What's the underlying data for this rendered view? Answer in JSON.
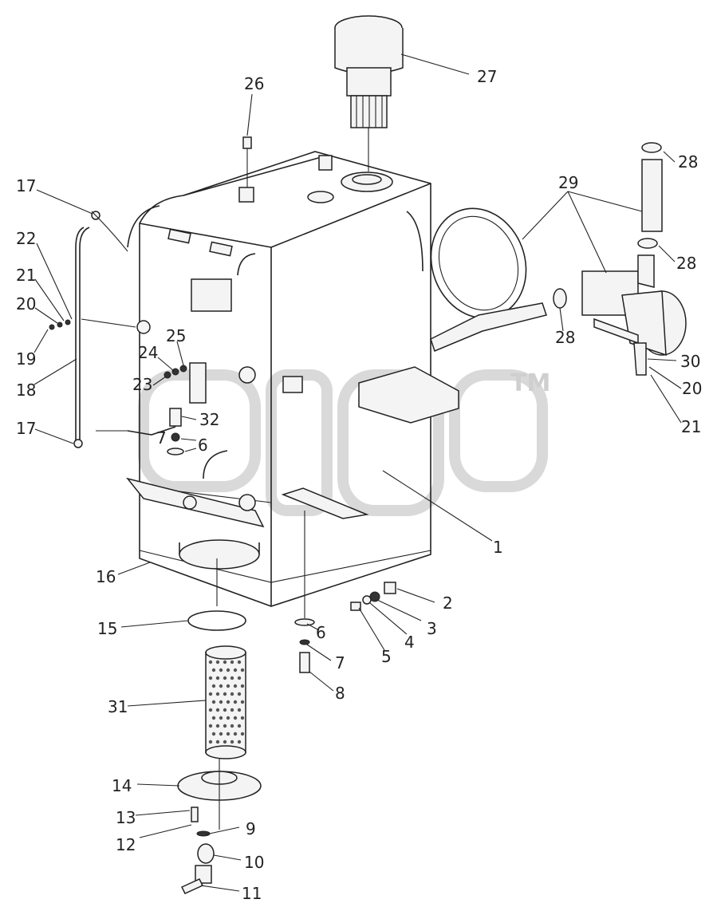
{
  "callouts": [
    {
      "id": "c1",
      "text": "1"
    },
    {
      "id": "c2",
      "text": "2"
    },
    {
      "id": "c3",
      "text": "3"
    },
    {
      "id": "c4",
      "text": "4"
    },
    {
      "id": "c5",
      "text": "5"
    },
    {
      "id": "c6a",
      "text": "6"
    },
    {
      "id": "c6b",
      "text": "6"
    },
    {
      "id": "c7a",
      "text": "7"
    },
    {
      "id": "c7b",
      "text": "7"
    },
    {
      "id": "c8",
      "text": "8"
    },
    {
      "id": "c9",
      "text": "9"
    },
    {
      "id": "c10",
      "text": "10"
    },
    {
      "id": "c11",
      "text": "11"
    },
    {
      "id": "c12",
      "text": "12"
    },
    {
      "id": "c13",
      "text": "13"
    },
    {
      "id": "c14",
      "text": "14"
    },
    {
      "id": "c15",
      "text": "15"
    },
    {
      "id": "c16",
      "text": "16"
    },
    {
      "id": "c17a",
      "text": "17"
    },
    {
      "id": "c17b",
      "text": "17"
    },
    {
      "id": "c18",
      "text": "18"
    },
    {
      "id": "c19",
      "text": "19"
    },
    {
      "id": "c20a",
      "text": "20"
    },
    {
      "id": "c20b",
      "text": "20"
    },
    {
      "id": "c21a",
      "text": "21"
    },
    {
      "id": "c21b",
      "text": "21"
    },
    {
      "id": "c22",
      "text": "22"
    },
    {
      "id": "c23",
      "text": "23"
    },
    {
      "id": "c24",
      "text": "24"
    },
    {
      "id": "c25",
      "text": "25"
    },
    {
      "id": "c26",
      "text": "26"
    },
    {
      "id": "c27",
      "text": "27"
    },
    {
      "id": "c28a",
      "text": "28"
    },
    {
      "id": "c28b",
      "text": "28"
    },
    {
      "id": "c28c",
      "text": "28"
    },
    {
      "id": "c29",
      "text": "29"
    },
    {
      "id": "c30",
      "text": "30"
    },
    {
      "id": "c31",
      "text": "31"
    },
    {
      "id": "c32",
      "text": "32"
    }
  ],
  "watermark": {
    "text": "TM"
  }
}
